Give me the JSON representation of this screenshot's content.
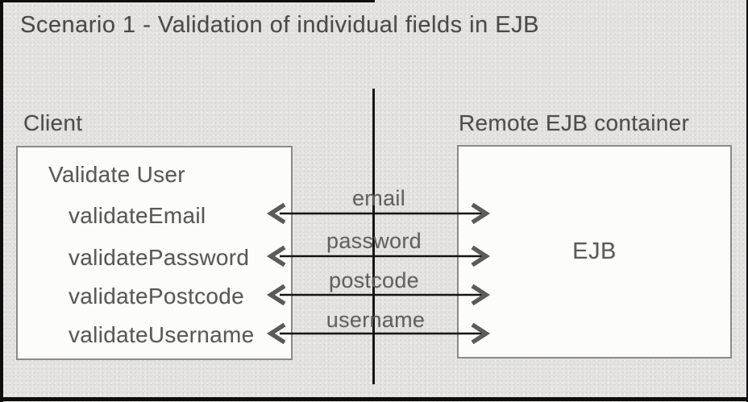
{
  "title": "Scenario 1 - Validation of individual fields in EJB",
  "client": {
    "label": "Client",
    "box_title": "Validate User",
    "methods": [
      "validateEmail",
      "validatePassword",
      "validatePostcode",
      "validateUsername"
    ]
  },
  "server": {
    "label": "Remote EJB container",
    "box_title": "EJB"
  },
  "arrows": {
    "direction": "bidirectional",
    "fields": [
      "email",
      "password",
      "postcode",
      "username"
    ]
  },
  "colors": {
    "page_background": "#e4e3e1",
    "box_background": "#fcfcfb",
    "box_border": "#8a8a8a",
    "text": "#4d4d4d",
    "line": "#141414",
    "arrowhead": "#5b5b5b",
    "scan_edge": "#0d0d0d"
  }
}
